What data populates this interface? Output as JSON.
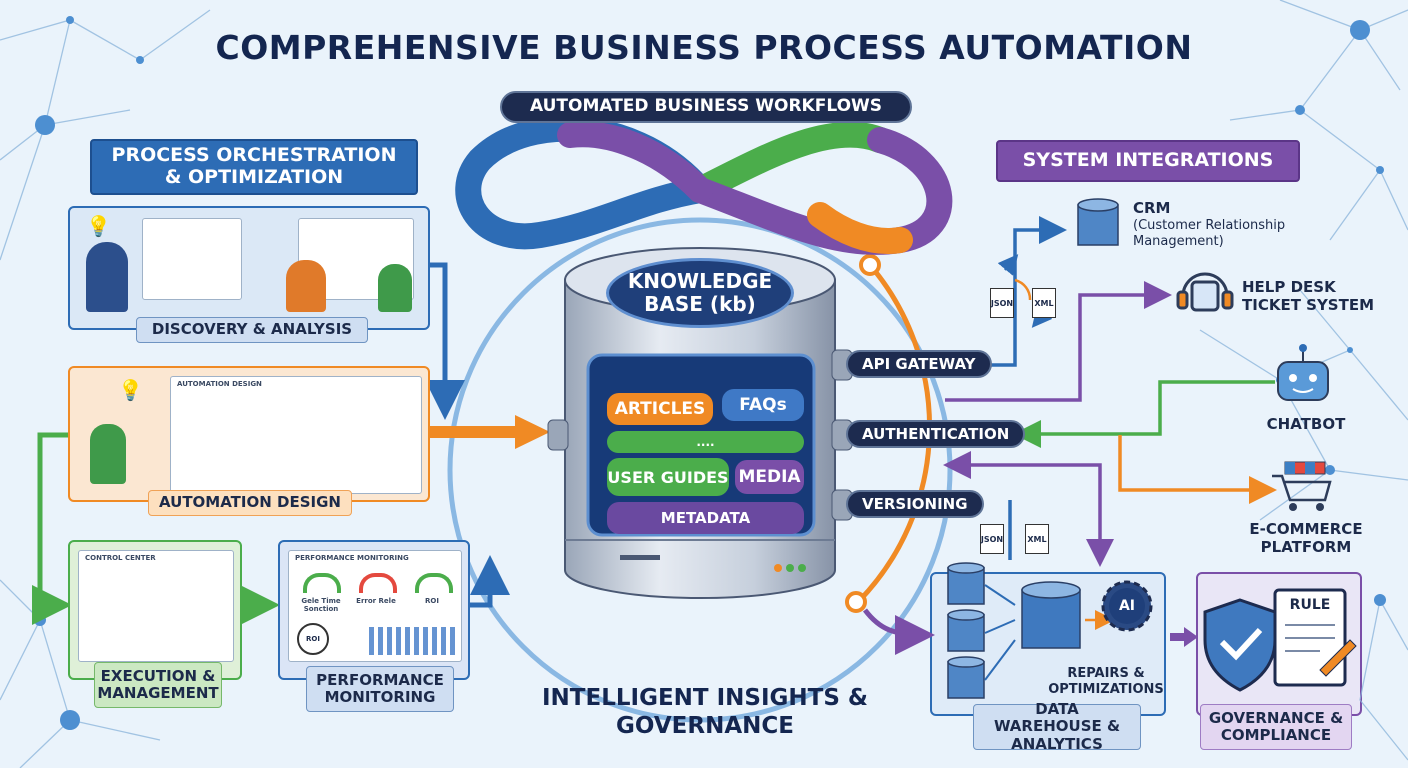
{
  "title": "COMPREHENSIVE BUSINESS PROCESS AUTOMATION",
  "workflows_label": "AUTOMATED BUSINESS WORKFLOWS",
  "knowledge_base": {
    "title": "KNOWLEDGE BASE (kb)",
    "items": [
      "ARTICLES",
      "FAQs",
      "....",
      "USER GUIDES",
      "MEDIA",
      "METADATA"
    ]
  },
  "left": {
    "section_label": "PROCESS ORCHESTRATION & OPTIMIZATION",
    "discovery": "DISCOVERY & ANALYSIS",
    "automation_design": {
      "label": "AUTOMATION DESIGN",
      "window_title": "AUTOMATION DESIGN"
    },
    "execution": {
      "label": "EXECUTION & MANAGEMENT",
      "window_title": "CONTROL CENTER"
    },
    "performance": {
      "label": "PERFORMANCE MONITORING",
      "window_title": "PERFORMANCE MONITORING",
      "gauges": [
        "Gele Time Sonction",
        "Error Rele",
        "ROI"
      ],
      "roi_badge": "ROI"
    }
  },
  "right": {
    "section_label": "SYSTEM INTEGRATIONS",
    "gateway": [
      "API GATEWAY",
      "AUTHENTICATION",
      "VERSIONING"
    ],
    "crm": "CRM",
    "crm_sub": "(Customer Relationship Management)",
    "helpdesk": "HELP DESK TICKET SYSTEM",
    "chatbot": "CHATBOT",
    "ecommerce": "E-COMMERCE PLATFORM",
    "formats": [
      "JSON",
      "XML"
    ],
    "data_warehouse": "DATA WAREHOUSE & ANALYTICS",
    "ai_badge": "AI",
    "repairs": "REPAIRS & OPTIMIZATIONS",
    "governance": "GOVERNANCE & COMPLIANCE",
    "rule": "RULE"
  },
  "insights": "INTELLIGENT INSIGHTS & GOVERNANCE",
  "colors": {
    "navy": "#1d2b4f",
    "blue": "#2d6cb5",
    "orange": "#f08a24",
    "green": "#4bad4b",
    "purple": "#7a4fa8"
  }
}
